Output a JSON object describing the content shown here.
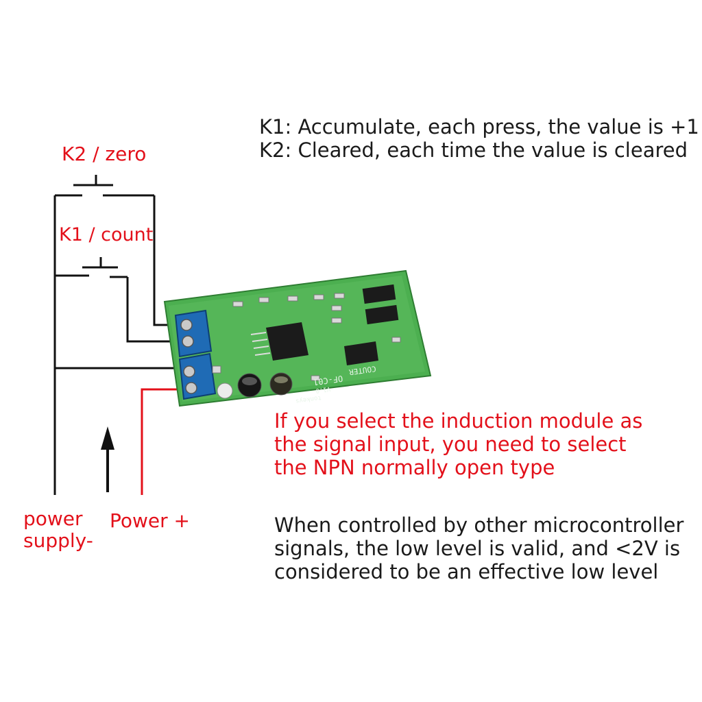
{
  "legend": {
    "k1": "K1: Accumulate, each press, the value is +1",
    "k2": "K2: Cleared, each time the value is cleared"
  },
  "switches": {
    "k2_label": "K2 / zero",
    "k1_label": "K1 / count"
  },
  "notes": {
    "induction_line1": "If you select the induction module as",
    "induction_line2": "the signal input, you need to select",
    "induction_line3": "the NPN normally open type",
    "low_line1": "When controlled by other microcontroller",
    "low_line2": "signals, the low level is valid, and <2V is",
    "low_line3": "considered to be an effective low level"
  },
  "power": {
    "negative_line1": "power",
    "negative_line2": "supply-",
    "positive": "Power +"
  },
  "board": {
    "silkscreen_model": "OF-C01",
    "silkscreen_name": "COUTER",
    "silkscreen_version": "V1.0",
    "silkscreen_brand": "tonkeys"
  },
  "colors": {
    "wire_black": "#111111",
    "wire_red": "#e3101a",
    "pcb_green": "#4caf50",
    "terminal_blue": "#1f6bb5",
    "label_red": "#e3101a",
    "text_black": "#1a1a1a"
  }
}
